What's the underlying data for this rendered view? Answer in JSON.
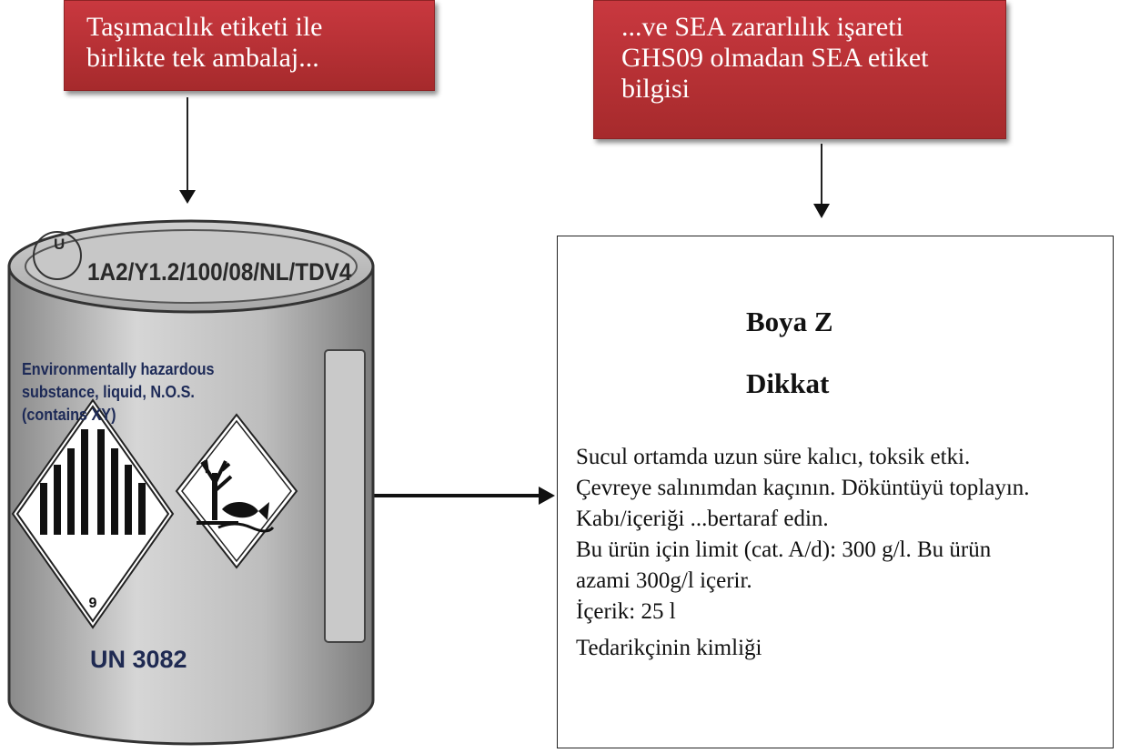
{
  "callouts": {
    "left": [
      "Taşımacılık etiketi ile",
      "birlikte tek ambalaj..."
    ],
    "right": [
      "...ve SEA zararlılık işareti",
      "GHS09 olmadan SEA etiket",
      "bilgisi"
    ]
  },
  "drum": {
    "approval_mark": "U",
    "packaging_code": "1A2/Y1.2/100/08/NL/TDV4",
    "shipping_name": [
      "Environmentally hazardous",
      "substance, liquid, N.O.S.",
      "(contains XY)"
    ],
    "hazard_class_number": "9",
    "un_number": "UN 3082",
    "pictograms": [
      "class-9-miscellaneous-hazard-diamond",
      "environmentally-hazardous-substance-mark"
    ]
  },
  "label": {
    "product_name": "Boya Z",
    "signal_word": "Dikkat",
    "statements": [
      "Sucul ortamda uzun süre kalıcı, toksik etki.",
      "Çevreye salınımdan kaçının. Döküntüyü toplayın.",
      "Kabı/içeriği ...bertaraf edin.",
      "Bu ürün için limit (cat. A/d): 300 g/l. Bu ürün",
      "azami 300g/l içerir.",
      "İçerik: 25 l"
    ],
    "supplier": "Tedarikçinin kimliği"
  },
  "colors": {
    "callout_red": "#b5312f",
    "drum_grey": "#b8b8b8",
    "outline": "#222222"
  }
}
